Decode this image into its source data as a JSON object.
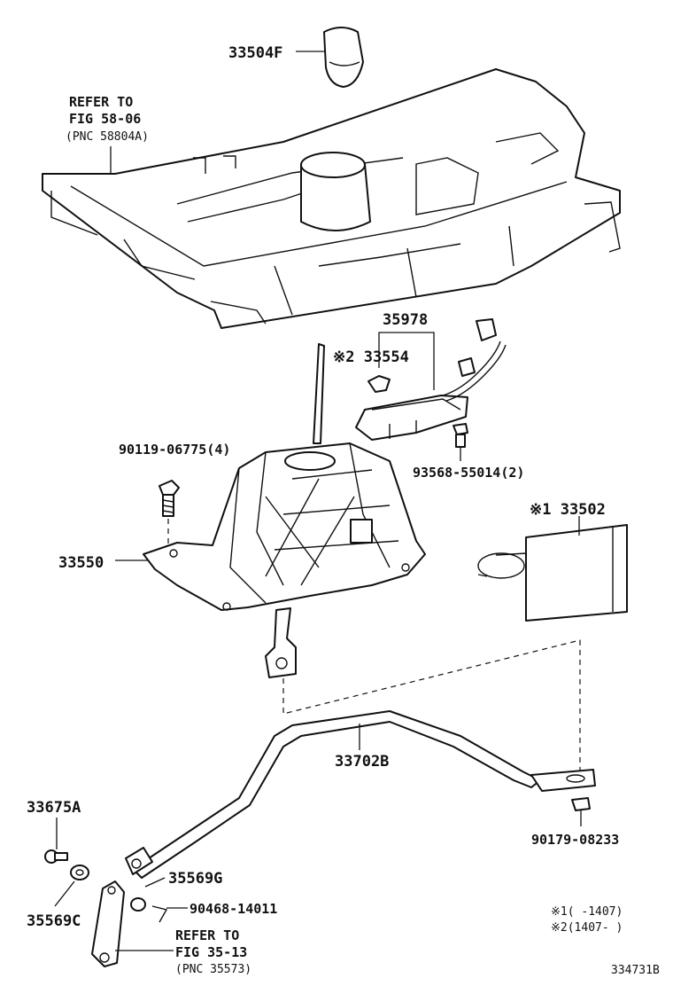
{
  "labels": {
    "p33504F": "33504F",
    "refer1_l1": "REFER TO",
    "refer1_l2": "FIG 58-06",
    "refer1_l3": "(PNC 58804A)",
    "p35978": "35978",
    "p33554": "※2 33554",
    "p90119": "90119-06775(4)",
    "p93568": "93568-55014(2)",
    "p33502": "※1 33502",
    "p33550": "33550",
    "p33702B": "33702B",
    "p33675A": "33675A",
    "p90179": "90179-08233",
    "p35569G": "35569G",
    "p90468": "90468-14011",
    "p35569C": "35569C",
    "refer2_l1": "REFER TO",
    "refer2_l2": "FIG 35-13",
    "refer2_l3": "(PNC 35573)"
  },
  "notes": {
    "note1": "※1(    -1407)",
    "note2": "※2(1407-    )"
  },
  "figure_id": "334731B"
}
